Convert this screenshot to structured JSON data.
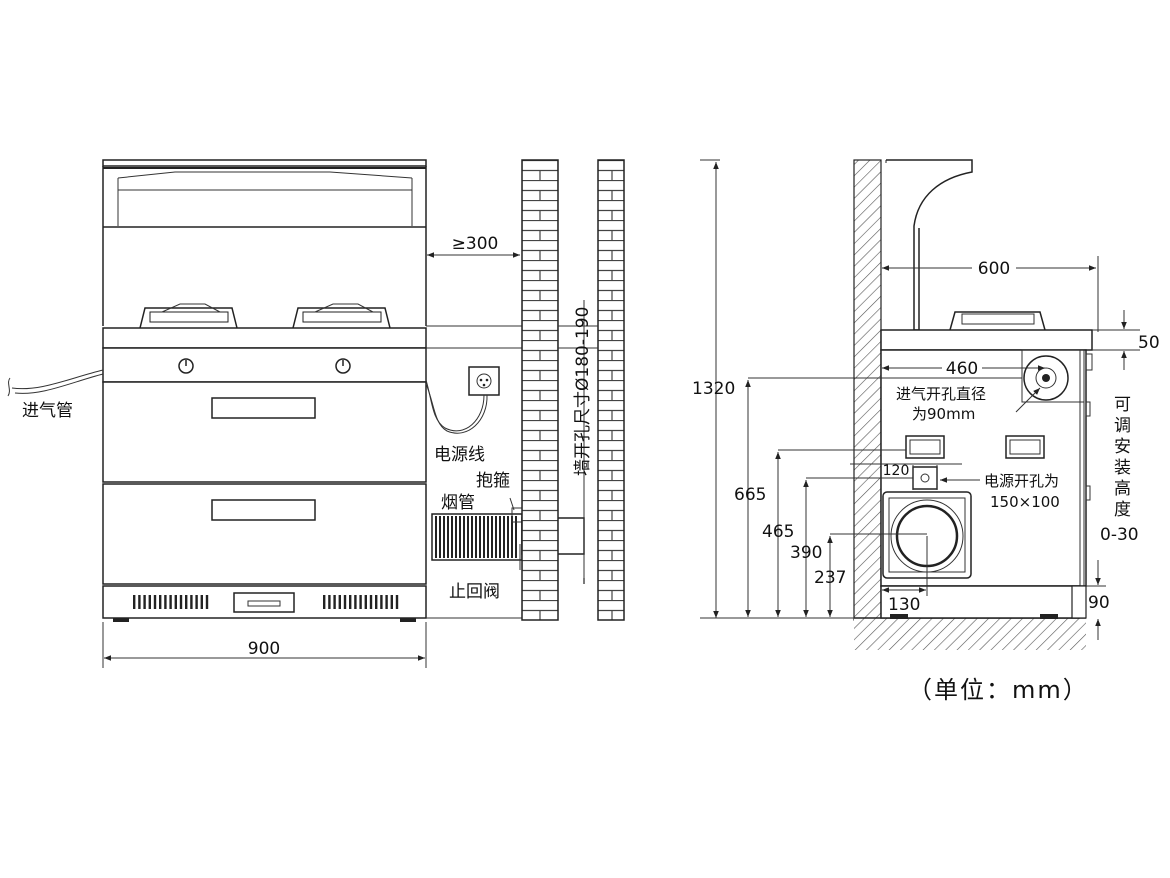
{
  "front_view": {
    "gas_inlet_label": "进气管",
    "width_dim": "900",
    "clearance_dim": "≥300",
    "power_cord_label": "电源线",
    "clamp_label": "抱箍",
    "flue_pipe_label": "烟管",
    "check_valve_label": "止回阀",
    "wall_hole_label": "墙开孔尺寸Ø180-190"
  },
  "side_view": {
    "overall_height_dim": "1320",
    "depth_dim": "600",
    "top_thickness_dim": "50",
    "inlet_hole_offset_dim": "460",
    "inlet_hole_label_line1": "进气开孔直径",
    "inlet_hole_label_line2": "为90mm",
    "power_hole_offset_dim": "120",
    "power_hole_label_line1": "电源开孔为",
    "power_hole_label_line2": "150×100",
    "height_665": "665",
    "height_465": "465",
    "height_390": "390",
    "height_237": "237",
    "width_130": "130",
    "adjustable_label": "可调安装高度",
    "adjustable_range": "0-30",
    "base_height_dim": "90"
  },
  "unit_note": "（单位：mm）"
}
